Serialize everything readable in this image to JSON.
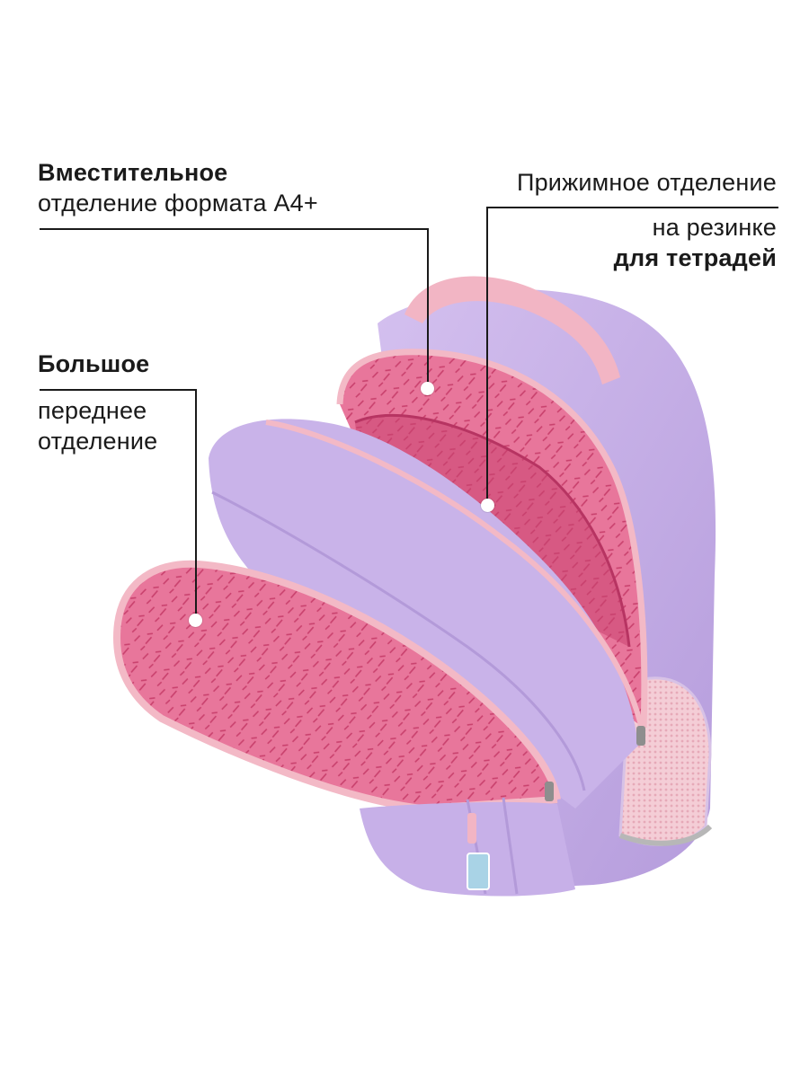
{
  "callouts": {
    "a4": {
      "bold": "Вместительное",
      "regular": "отделение формата А4+"
    },
    "elastic": {
      "line1": "Прижимное отделение",
      "line2": "на резинке",
      "bold": "для тетрадей"
    },
    "front": {
      "bold": "Большое",
      "line1": "переднее",
      "line2": "отделение"
    }
  },
  "colors": {
    "backpack_body": "#c9b3e9",
    "backpack_shadow": "#b39ad9",
    "lining": "#e86a93",
    "lining_dark": "#c8426f",
    "trim_pink": "#f3b9c6",
    "mesh_pink": "#f2c6d0",
    "tag_blue": "#a9d3e6"
  }
}
